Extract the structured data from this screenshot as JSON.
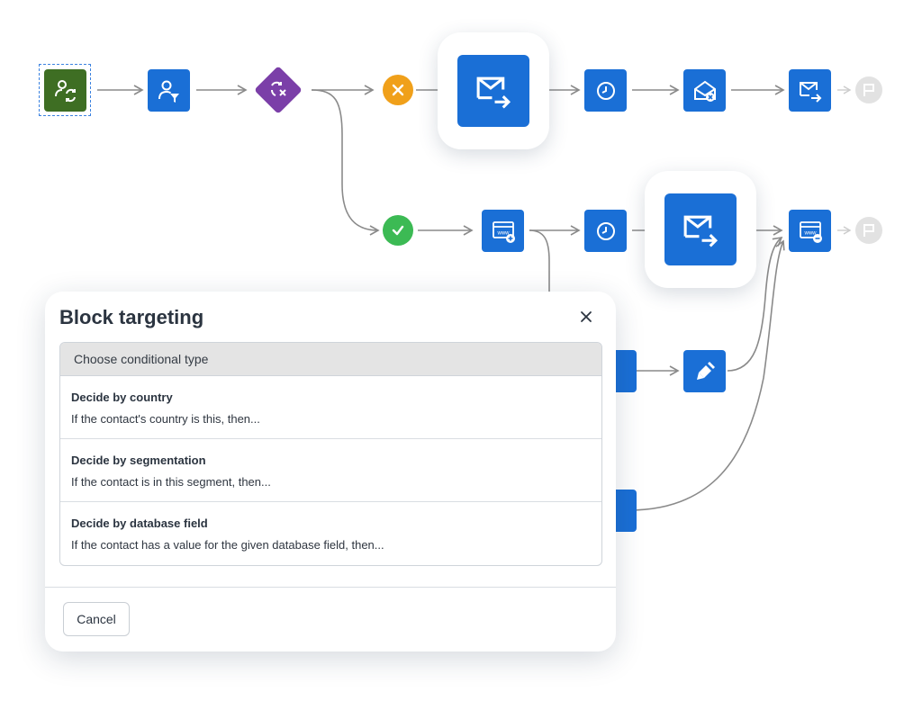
{
  "modal": {
    "title": "Block targeting",
    "list_header": "Choose conditional type",
    "options": [
      {
        "title": "Decide by country",
        "description": "If the contact's country is this, then..."
      },
      {
        "title": "Decide by segmentation",
        "description": "If the contact is in this segment, then..."
      },
      {
        "title": "Decide by database field",
        "description": "If the contact has a value for the given database field, then..."
      }
    ],
    "cancel_label": "Cancel"
  },
  "colors": {
    "node_blue": "#1a6fd6",
    "start_green": "#3e6e23",
    "decision_purple": "#7b3fa8",
    "fail_orange": "#f0a01a",
    "success_green": "#3cba54",
    "end_gray": "#e2e2e2",
    "connector_gray": "#8a8a8a"
  },
  "workflow": {
    "nodes": [
      {
        "name": "start-node",
        "icon": "contact-refresh-icon"
      },
      {
        "name": "filter-node",
        "icon": "contact-filter-icon"
      },
      {
        "name": "decision-node",
        "icon": "shuffle-cross-icon"
      },
      {
        "name": "fail-node",
        "icon": "x-icon"
      },
      {
        "name": "send-email-node",
        "icon": "email-send-icon"
      },
      {
        "name": "wait-node",
        "icon": "clock-icon"
      },
      {
        "name": "email-bounce-node",
        "icon": "email-open-x-icon"
      },
      {
        "name": "send-email-node-2",
        "icon": "email-send-icon"
      },
      {
        "name": "end-node",
        "icon": "flag-icon"
      },
      {
        "name": "success-node",
        "icon": "check-icon"
      },
      {
        "name": "web-add-node",
        "icon": "browser-plus-icon"
      },
      {
        "name": "wait-node-2",
        "icon": "clock-icon"
      },
      {
        "name": "send-email-node-3",
        "icon": "email-send-icon"
      },
      {
        "name": "web-remove-node",
        "icon": "browser-minus-icon"
      },
      {
        "name": "end-node-2",
        "icon": "flag-icon"
      },
      {
        "name": "update-field-node",
        "icon": "pen-icon"
      }
    ]
  }
}
